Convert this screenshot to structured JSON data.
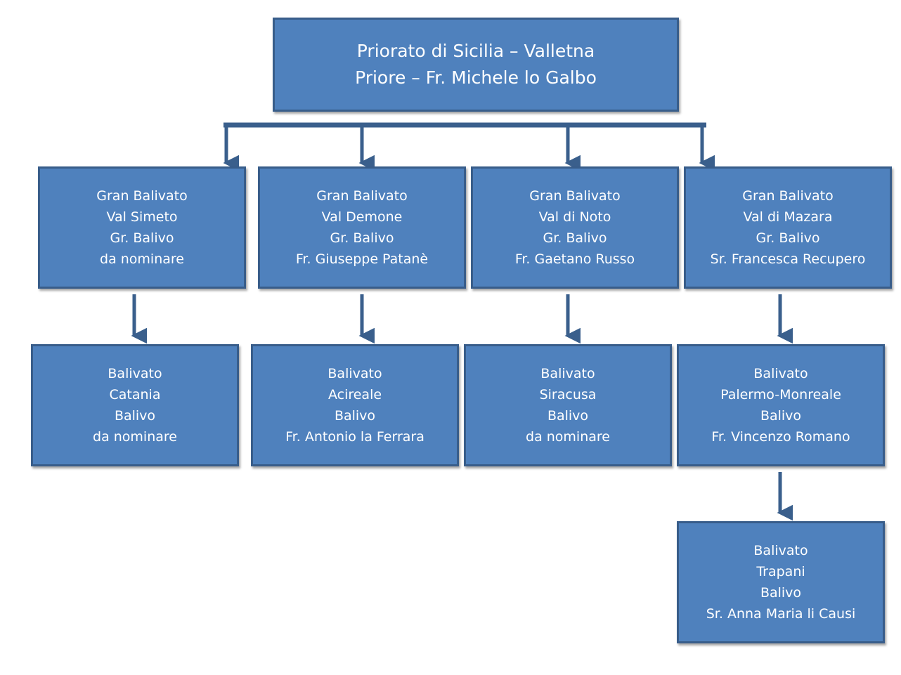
{
  "diagram": {
    "root": {
      "lines": [
        "Priorato di Sicilia – Valletna",
        "Priore – Fr. Michele lo Galbo"
      ]
    },
    "gran_balivati": [
      {
        "lines": [
          "Gran Balivato",
          "Val Simeto",
          "Gr. Balivo",
          "da nominare"
        ]
      },
      {
        "lines": [
          "Gran Balivato",
          "Val Demone",
          "Gr. Balivo",
          "Fr. Giuseppe Patanè"
        ]
      },
      {
        "lines": [
          "Gran Balivato",
          "Val di Noto",
          "Gr. Balivo",
          "Fr. Gaetano Russo"
        ]
      },
      {
        "lines": [
          "Gran Balivato",
          "Val di Mazara",
          "Gr. Balivo",
          "Sr. Francesca Recupero"
        ]
      }
    ],
    "balivati": [
      {
        "lines": [
          "Balivato",
          "Catania",
          "Balivo",
          "da nominare"
        ]
      },
      {
        "lines": [
          "Balivato",
          "Acireale",
          "Balivo",
          "Fr. Antonio la Ferrara"
        ]
      },
      {
        "lines": [
          "Balivato",
          "Siracusa",
          "Balivo",
          "da nominare"
        ]
      },
      {
        "lines": [
          "Balivato",
          "Palermo-Monreale",
          "Balivo",
          "Fr. Vincenzo Romano"
        ]
      },
      {
        "lines": [
          "Balivato",
          "Trapani",
          "Balivo",
          "Sr. Anna Maria li Causi"
        ]
      }
    ],
    "colors": {
      "box_fill": "#4f81bd",
      "box_border": "#385d8a",
      "text": "#ffffff",
      "connector": "#3a5f8c"
    }
  }
}
